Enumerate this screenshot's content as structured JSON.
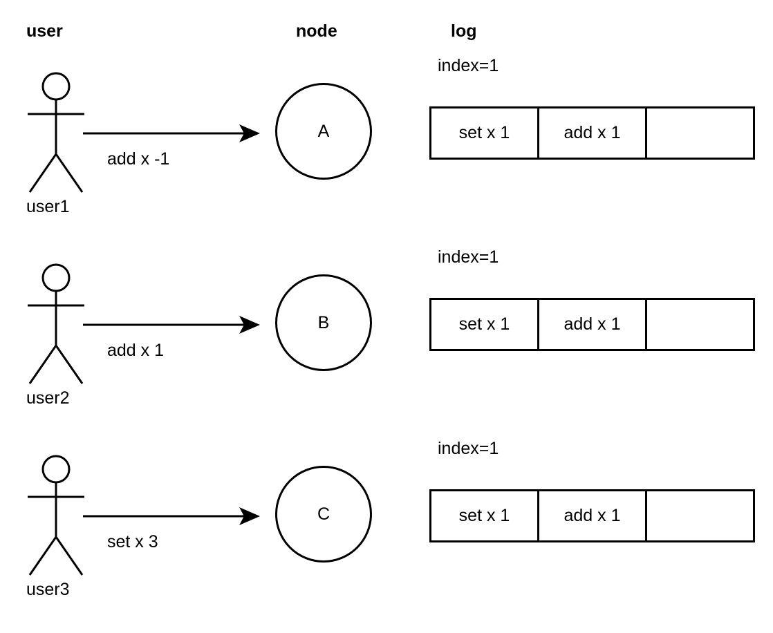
{
  "headers": {
    "user": "user",
    "node": "node",
    "log": "log"
  },
  "colors": {
    "stroke": "#000000",
    "background": "#ffffff",
    "text": "#000000"
  },
  "rows": [
    {
      "actor": {
        "label": "user1",
        "icon": "stick-figure-icon"
      },
      "message": {
        "label": "add x -1",
        "arrow": "arrow-right-icon"
      },
      "node": {
        "label": "A"
      },
      "log": {
        "index_label": "index=1",
        "cells": [
          "set x 1",
          "add x 1",
          ""
        ]
      }
    },
    {
      "actor": {
        "label": "user2",
        "icon": "stick-figure-icon"
      },
      "message": {
        "label": "add x 1",
        "arrow": "arrow-right-icon"
      },
      "node": {
        "label": "B"
      },
      "log": {
        "index_label": "index=1",
        "cells": [
          "set x 1",
          "add x 1",
          ""
        ]
      }
    },
    {
      "actor": {
        "label": "user3",
        "icon": "stick-figure-icon"
      },
      "message": {
        "label": "set x 3",
        "arrow": "arrow-right-icon"
      },
      "node": {
        "label": "C"
      },
      "log": {
        "index_label": "index=1",
        "cells": [
          "set x 1",
          "add x 1",
          ""
        ]
      }
    }
  ]
}
